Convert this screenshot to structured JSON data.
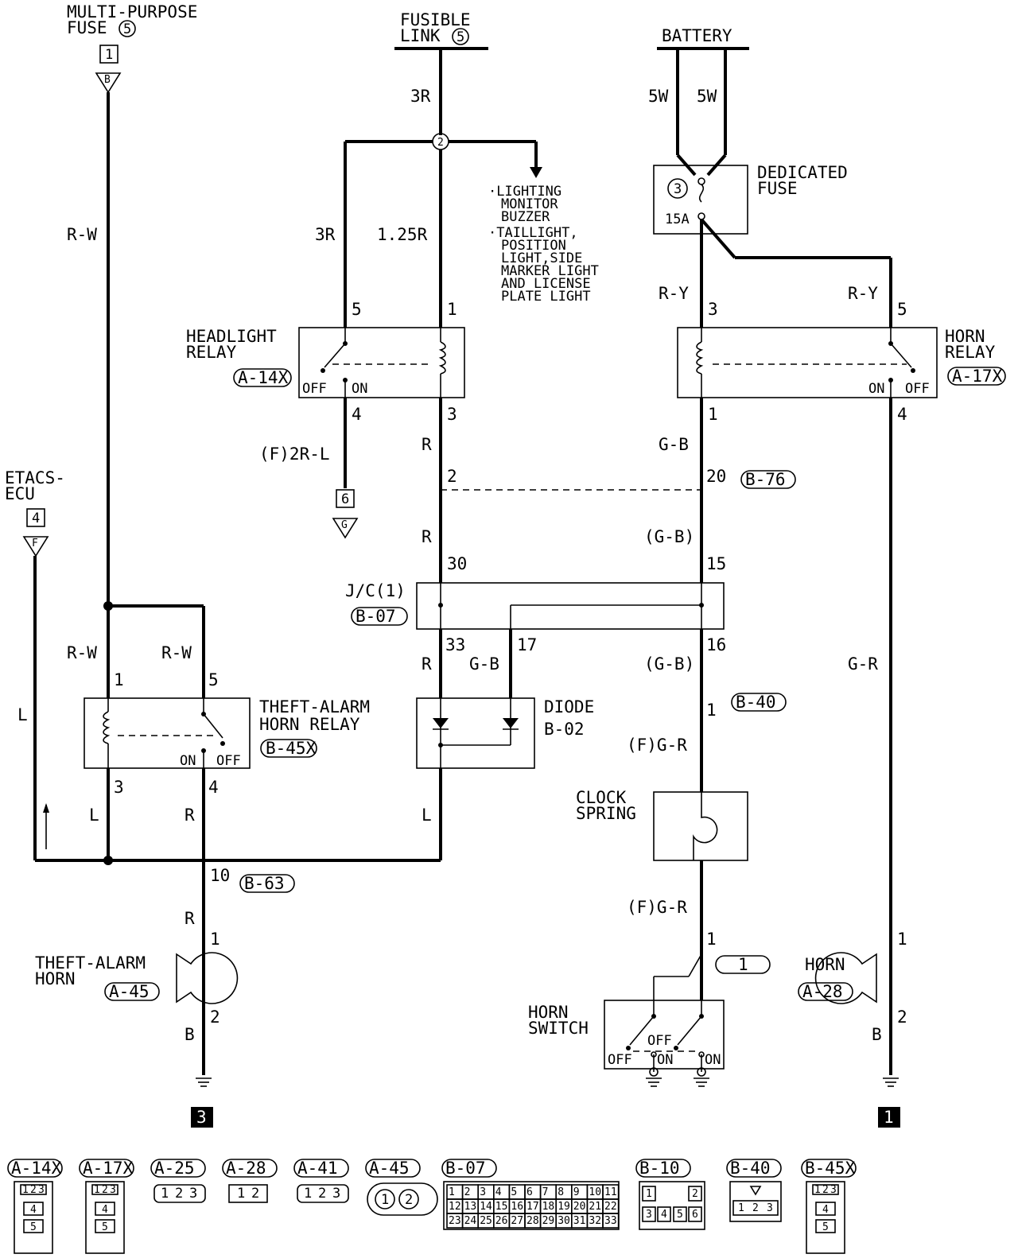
{
  "sources": {
    "multi_purpose_fuse": {
      "line1": "MULTI-PURPOSE",
      "line2": "FUSE",
      "fuse_no": "5",
      "box": "1",
      "tri": "B"
    },
    "fusible_link": {
      "line1": "FUSIBLE",
      "line2": "LINK",
      "link_no": "5",
      "junction": "2"
    },
    "battery": {
      "label": "BATTERY"
    },
    "etacs_ecu": {
      "line1": "ETACS-",
      "line2": "ECU",
      "box": "4",
      "tri": "F"
    },
    "ground_ref_left": {
      "box": "6",
      "tri": "G"
    }
  },
  "wires": {
    "rw_main": "R-W",
    "fl_3r_top": "3R",
    "fl_3r_left": "3R",
    "fl_125r": "1.25R",
    "bat_5w_a": "5W",
    "bat_5w_b": "5W",
    "ry_left": "R-Y",
    "ry_right": "R-Y",
    "headlight_out": "(F)2R-L",
    "r_a": "R",
    "r_b": "R",
    "r_c": "R",
    "l_c": "L",
    "gb_a": "G-B",
    "gb_b": "(G-B)",
    "gb_c": "(G-B)",
    "gb_d": "G-B",
    "fgr_a": "(F)G-R",
    "fgr_b": "(F)G-R",
    "gr_right": "G-R",
    "rw_left": "R-W",
    "rw_right": "R-W",
    "l_left": "L",
    "l_mid": "L",
    "r_mid": "R",
    "r_horn": "R",
    "b_left": "B",
    "b_right": "B"
  },
  "lighting_note": {
    "items": [
      "·LIGHTING",
      "MONITOR",
      "BUZZER",
      "·TAILLIGHT,",
      "POSITION",
      "LIGHT,SIDE",
      "MARKER LIGHT",
      "AND LICENSE",
      "PLATE LIGHT"
    ]
  },
  "components": {
    "dedicated_fuse": {
      "line1": "DEDICATED",
      "line2": "FUSE",
      "no": "3",
      "rating": "15A"
    },
    "headlight_relay": {
      "line1": "HEADLIGHT",
      "line2": "RELAY",
      "connector": "A-14X",
      "off": "OFF",
      "on": "ON",
      "pins": {
        "p5": "5",
        "p1": "1",
        "p4": "4",
        "p3": "3"
      }
    },
    "horn_relay": {
      "line1": "HORN",
      "line2": "RELAY",
      "connector": "A-17X",
      "off": "OFF",
      "on": "ON",
      "pins": {
        "p3": "3",
        "p5": "5",
        "p1": "1",
        "p4": "4"
      }
    },
    "junction_block": {
      "label": "J/C(1)",
      "connector": "B-07",
      "pins": {
        "p30": "30",
        "p15": "15",
        "p33": "33",
        "p17": "17",
        "p16": "16"
      }
    },
    "b76": {
      "connector": "B-76",
      "p2": "2",
      "p20": "20"
    },
    "diode": {
      "line1": "DIODE",
      "line2": "B-02"
    },
    "theft_relay": {
      "line1": "THEFT-ALARM",
      "line2": "HORN RELAY",
      "connector": "B-45X",
      "on": "ON",
      "off": "OFF",
      "pins": {
        "p1": "1",
        "p5": "5",
        "p3": "3",
        "p4": "4"
      }
    },
    "b40": {
      "connector": "B-40",
      "pin": "1"
    },
    "clock_spring": {
      "line1": "CLOCK",
      "line2": "SPRING"
    },
    "b63": {
      "connector": "B-63",
      "pin": "10"
    },
    "theft_horn": {
      "line1": "THEFT-ALARM",
      "line2": "HORN",
      "connector": "A-45",
      "p1": "1",
      "p2": "2"
    },
    "horn_switch": {
      "line1": "HORN",
      "line2": "SWITCH",
      "off_a": "OFF",
      "on_a": "ON",
      "off_b": "OFF",
      "on_b": "ON",
      "pin": "1",
      "ref": "1"
    },
    "horn": {
      "label": "HORN",
      "connector": "A-28",
      "p1": "1",
      "p2": "2"
    }
  },
  "grounds": {
    "left_num": "3",
    "right_num": "1"
  },
  "connector_views": [
    {
      "name": "A-14X",
      "pins": [
        "1",
        "2",
        "3",
        "4",
        "5"
      ]
    },
    {
      "name": "A-17X",
      "pins": [
        "1",
        "2",
        "3",
        "4",
        "5"
      ]
    },
    {
      "name": "A-25",
      "pins": [
        "1",
        "2",
        "3"
      ]
    },
    {
      "name": "A-28",
      "pins": [
        "1",
        "2"
      ]
    },
    {
      "name": "A-41",
      "pins": [
        "1",
        "2",
        "3"
      ]
    },
    {
      "name": "A-45",
      "pins": [
        "1",
        "2"
      ]
    },
    {
      "name": "B-07",
      "pins": [
        "1",
        "2",
        "3",
        "4",
        "5",
        "6",
        "7",
        "8",
        "9",
        "10",
        "11",
        "12",
        "13",
        "14",
        "15",
        "16",
        "17",
        "18",
        "19",
        "20",
        "21",
        "22",
        "23",
        "24",
        "25",
        "26",
        "27",
        "28",
        "29",
        "30",
        "31",
        "32",
        "33"
      ]
    },
    {
      "name": "B-10",
      "pins": [
        "1",
        "2",
        "3",
        "4",
        "5",
        "6"
      ]
    },
    {
      "name": "B-40",
      "pins": [
        "1",
        "2",
        "3"
      ]
    },
    {
      "name": "B-45X",
      "pins": [
        "1",
        "2",
        "3",
        "4",
        "5"
      ]
    }
  ]
}
